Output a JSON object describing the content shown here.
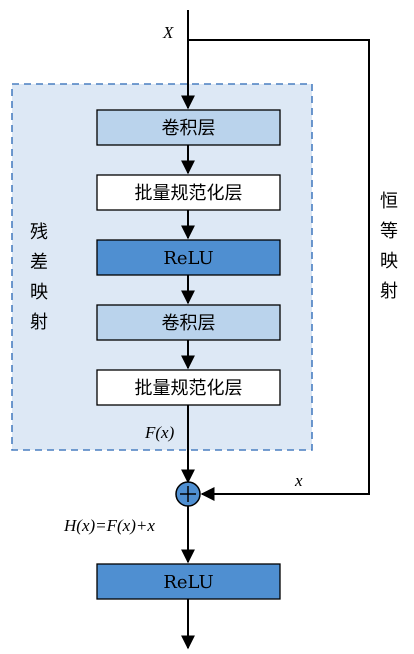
{
  "diagram": {
    "input_label": "X",
    "residual_title": [
      "残",
      "差",
      "映",
      "射"
    ],
    "identity_title": [
      "恒",
      "等",
      "映",
      "射"
    ],
    "blocks": [
      {
        "label": "卷积层",
        "style": "light"
      },
      {
        "label": "批量规范化层",
        "style": "white"
      },
      {
        "label": "ReLU",
        "style": "dark"
      },
      {
        "label": "卷积层",
        "style": "light"
      },
      {
        "label": "批量规范化层",
        "style": "white"
      }
    ],
    "fx_label": "F(x)",
    "skip_label": "x",
    "sum_label": "H(x)=F(x)+x",
    "output_block": {
      "label": "ReLU",
      "style": "dark"
    },
    "colors": {
      "region_fill": "#dde8f5",
      "region_border": "#4a7fc1",
      "light_fill": "#bad3ec",
      "dark_fill": "#4f8fd1",
      "white_fill": "#ffffff",
      "stroke": "#000000",
      "add_fill": "#4f8fd1"
    }
  }
}
